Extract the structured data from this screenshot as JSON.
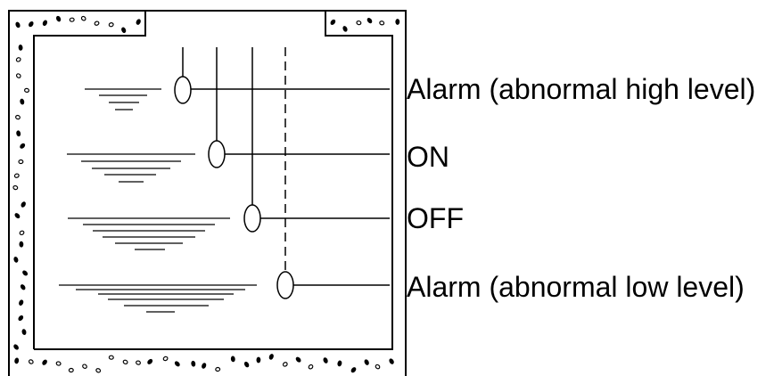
{
  "labels": {
    "alarm_high": "Alarm (abnormal high level)",
    "on": "ON",
    "off": "OFF",
    "alarm_low": "Alarm (abnormal low level)"
  },
  "colors": {
    "line": "#000000",
    "background": "#ffffff"
  }
}
